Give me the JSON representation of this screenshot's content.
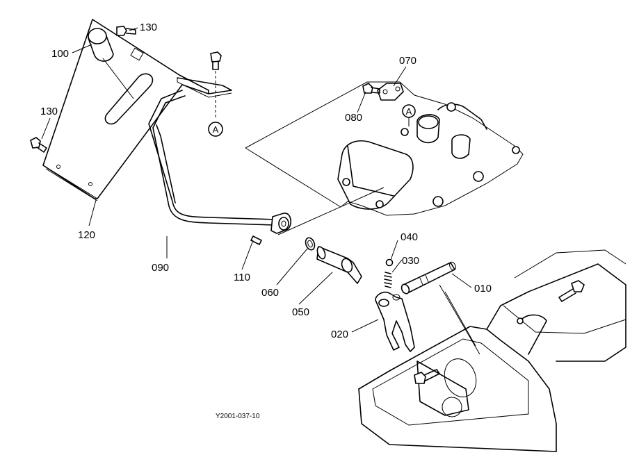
{
  "drawing_reference": "Y2001-037-10",
  "callouts": {
    "c100": "100",
    "c130a": "130",
    "c130b": "130",
    "c120": "120",
    "c090": "090",
    "c110": "110",
    "c060": "060",
    "c050": "050",
    "c020": "020",
    "c040": "040",
    "c030": "030",
    "c010": "010",
    "c070": "070",
    "c080": "080"
  },
  "view_markers": {
    "a1": "A",
    "a2": "A"
  }
}
